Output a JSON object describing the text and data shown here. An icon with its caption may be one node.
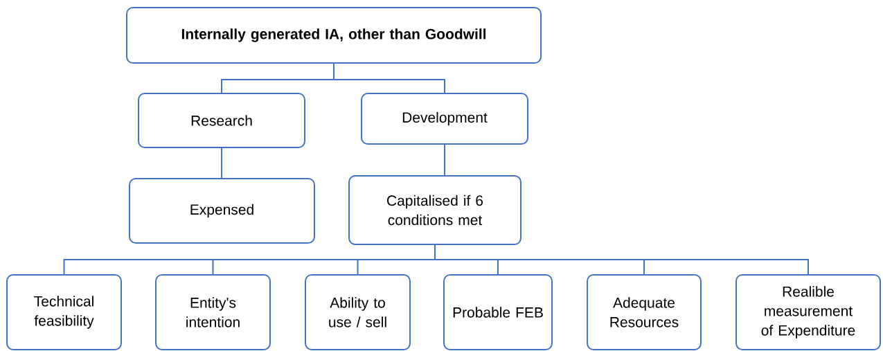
{
  "diagram": {
    "nodes": [
      {
        "text": [
          "Internally generated IA, other than Goodwill"
        ]
      },
      {
        "text": [
          "Research"
        ]
      },
      {
        "text": [
          "Development"
        ]
      },
      {
        "text": [
          "Expensed"
        ]
      },
      {
        "text": [
          "Capitalised if 6 conditions met"
        ]
      },
      {
        "text": [
          "Technical feasibility"
        ]
      },
      {
        "text": [
          "Entity's intention"
        ]
      },
      {
        "text": [
          "Ability to use / sell"
        ]
      },
      {
        "text": [
          "Probable FEB"
        ]
      },
      {
        "text": [
          "Adequate Resources"
        ]
      },
      {
        "text": [
          "Realible measurement of Expenditure"
        ]
      }
    ],
    "edges": [
      {
        "from": 0,
        "to": 1,
        "arrow": "none"
      },
      {
        "from": 0,
        "to": 2,
        "arrow": "none"
      },
      {
        "from": 1,
        "to": 3,
        "arrow": "none"
      },
      {
        "from": 2,
        "to": 4,
        "arrow": "none"
      },
      {
        "from": 4,
        "to": 5,
        "arrow": "none"
      },
      {
        "from": 4,
        "to": 6,
        "arrow": "none"
      },
      {
        "from": 4,
        "to": 7,
        "arrow": "none"
      },
      {
        "from": 4,
        "to": 8,
        "arrow": "none"
      },
      {
        "from": 4,
        "to": 9,
        "arrow": "none"
      },
      {
        "from": 4,
        "to": 10,
        "arrow": "none"
      }
    ]
  }
}
